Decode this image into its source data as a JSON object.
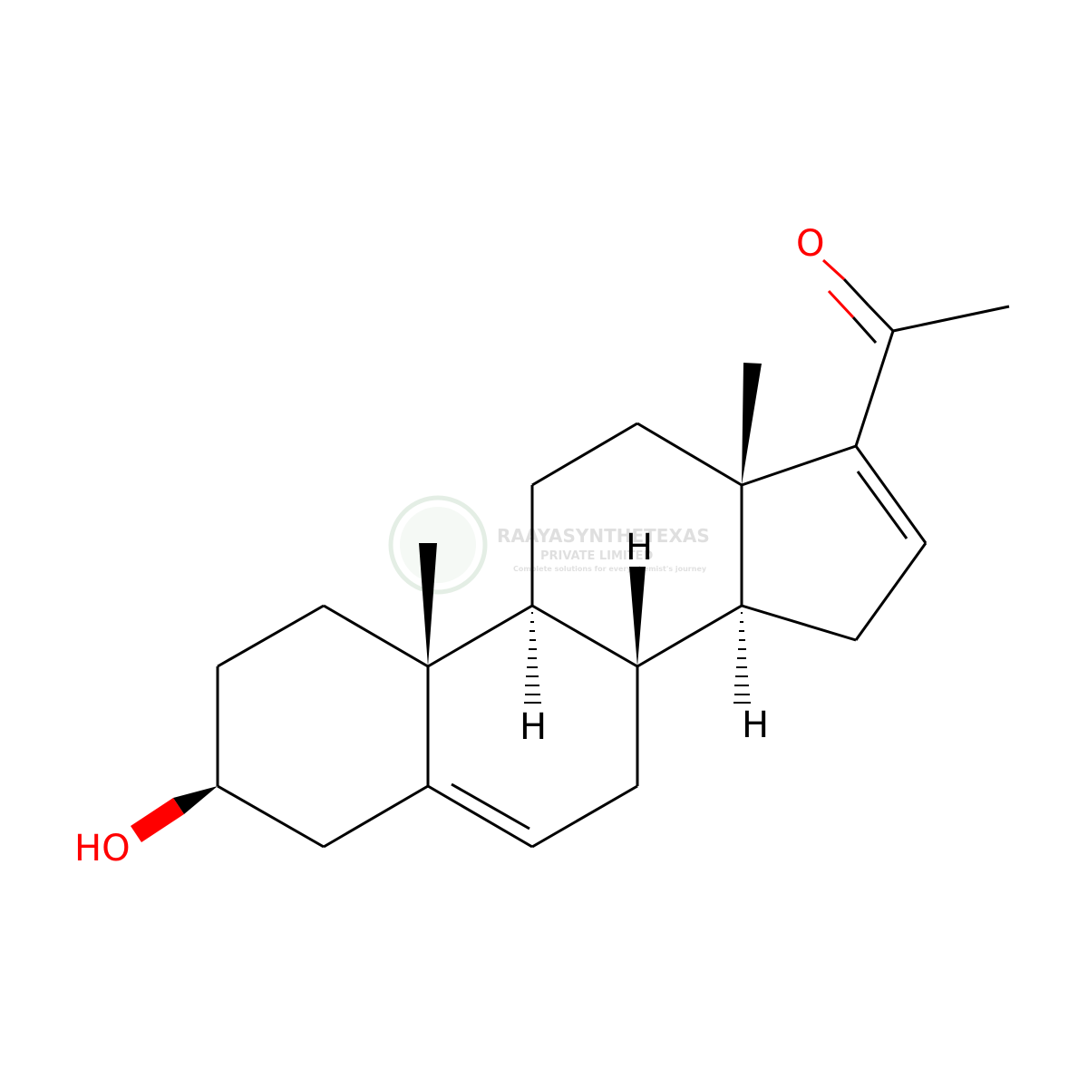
{
  "molecule": {
    "atoms": {
      "oxygen_ketone": "O",
      "hydroxyl": "HO",
      "h_c8": "H",
      "h_c9": "H",
      "h_c14": "H"
    },
    "colors": {
      "bond": "#000000",
      "oxygen": "#ff0000"
    }
  },
  "watermark": {
    "company": "RAAYASYNTHETEXAS",
    "line2": "PRIVATE LIMITED",
    "tagline": "Complete solutions for every chemist's journey"
  }
}
